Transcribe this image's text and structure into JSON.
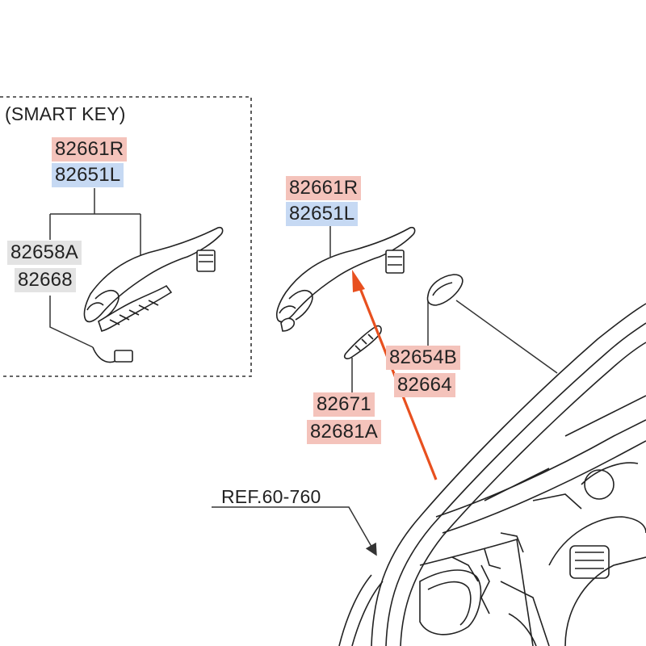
{
  "group": {
    "title": "(SMART KEY)"
  },
  "labels": {
    "smart_r": "82661R",
    "smart_l": "82651L",
    "smart_sensor_a": "82658A",
    "smart_sensor_b": "82668",
    "main_r": "82661R",
    "main_l": "82651L",
    "cover_a": "82654B",
    "cover_b": "82664",
    "lock_a": "82671",
    "lock_b": "82681A",
    "ref": "REF.60-760"
  },
  "colors": {
    "highlight_red": "#f4c3bb",
    "highlight_blue": "#c6d9f3",
    "highlight_gray": "#e3e3e3",
    "arrow": "#e8501f",
    "line": "#2a2a2a"
  }
}
